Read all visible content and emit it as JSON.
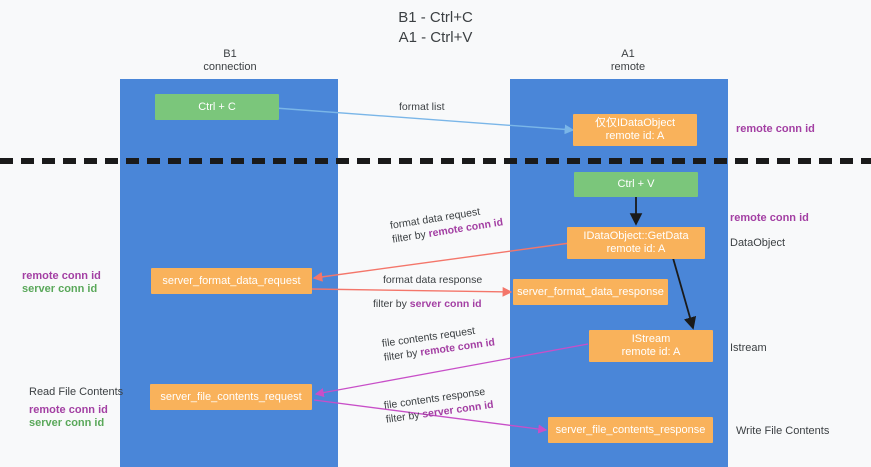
{
  "title": {
    "line1": "B1 - Ctrl+C",
    "line2": "A1 - Ctrl+V"
  },
  "lanes": [
    {
      "name": "b1",
      "title": "B1",
      "subtitle": "connection"
    },
    {
      "name": "a1",
      "title": "A1",
      "subtitle": "remote"
    }
  ],
  "nodes": {
    "ctrl_c": {
      "label": "Ctrl + C",
      "color": "#7bc67b"
    },
    "idataobject": {
      "line1": "仅仅IDataObject",
      "line2": "remote id: A",
      "color": "#f9b25b"
    },
    "ctrl_v": {
      "label": "Ctrl + V",
      "color": "#7bc67b"
    },
    "getdata": {
      "line1": "IDataObject::GetData",
      "line2": "remote id: A",
      "color": "#f9b25b"
    },
    "server_format_data_request": {
      "label": "server_format_data_request",
      "color": "#f9b25b"
    },
    "server_format_data_response": {
      "label": "server_format_data_response",
      "color": "#f9b25b"
    },
    "istream": {
      "line1": "IStream",
      "line2": "remote id: A",
      "color": "#f9b25b"
    },
    "server_file_contents_request": {
      "label": "server_file_contents_request",
      "color": "#f9b25b"
    },
    "server_file_contents_response": {
      "label": "server_file_contents_response",
      "color": "#f9b25b"
    }
  },
  "edges": {
    "format_list": "format list",
    "format_data_request": "format data request",
    "format_data_request_filter_prefix": "filter by ",
    "format_data_request_filter_key": "remote conn id",
    "format_data_response": "format data response",
    "format_data_response_filter_prefix": "filter by ",
    "format_data_response_filter_key": "server conn id",
    "file_contents_request": "file contents request",
    "file_contents_request_filter_prefix": "filter by ",
    "file_contents_request_filter_key": "remote conn id",
    "file_contents_response": "file contents response",
    "file_contents_response_filter_prefix": "filter by ",
    "file_contents_response_filter_key": "server conn id"
  },
  "side_labels": {
    "right_remote_conn_id_top": "remote conn id",
    "right_remote_conn_id_mid": "remote conn id",
    "right_dataobject": "DataObject",
    "right_istream": "Istream",
    "right_write_file_contents": "Write File Contents",
    "left_remote_conn_id": "remote conn id",
    "left_server_conn_id": "server conn id",
    "left_read_file_contents": "Read File Contents",
    "left_remote_conn_id_2": "remote conn id",
    "left_server_conn_id_2": "server conn id"
  },
  "colors": {
    "lane": "#4a86d8",
    "green_node": "#7bc67b",
    "orange_node": "#f9b25b",
    "purple": "#a33fa3",
    "green_text": "#5aa85a",
    "arrow_blue": "#7ab6e8",
    "arrow_red": "#f4766a",
    "arrow_magenta": "#c84fc8",
    "arrow_black": "#1a1a1a",
    "divider": "#1a1a1a",
    "background": "#f8f9fa"
  }
}
